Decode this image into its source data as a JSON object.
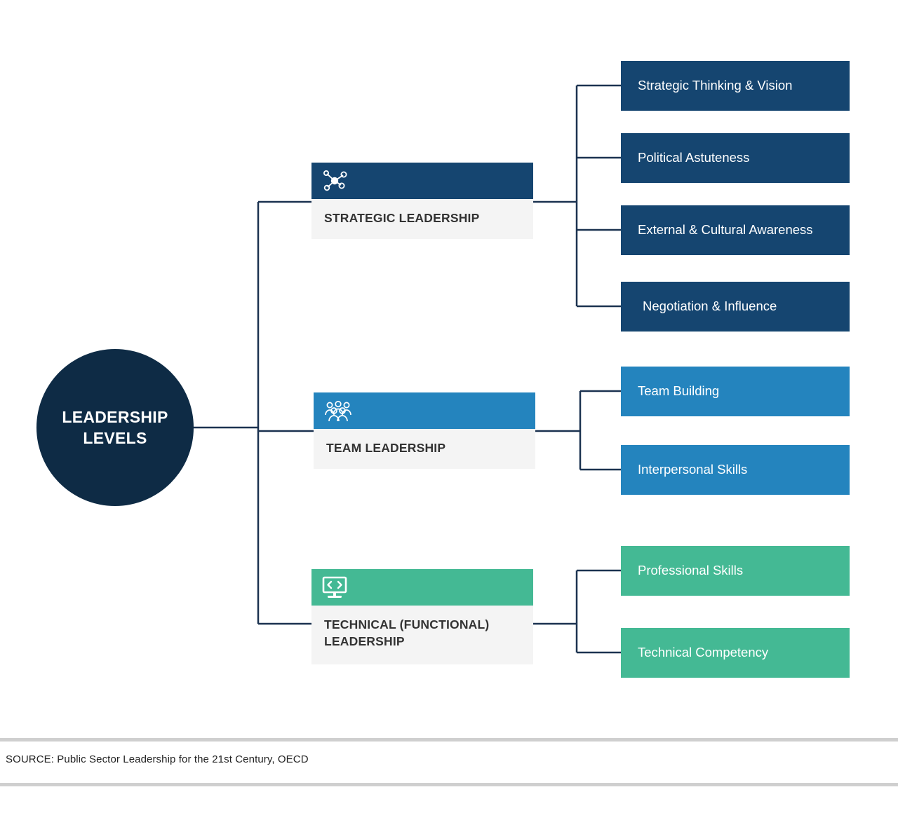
{
  "diagram": {
    "root": {
      "label": "LEADERSHIP\nLEVELS",
      "color": "#0E2B45"
    },
    "categories": [
      {
        "id": "strategic",
        "label": "STRATEGIC LEADERSHIP",
        "color": "#154570",
        "icon": "network-nodes-icon",
        "leaves": [
          {
            "label": "Strategic Thinking & Vision"
          },
          {
            "label": "Political Astuteness"
          },
          {
            "label": "External & Cultural Awareness"
          },
          {
            "label": "Negotiation & Influence"
          }
        ]
      },
      {
        "id": "team",
        "label": "TEAM LEADERSHIP",
        "color": "#2484BE",
        "icon": "people-group-icon",
        "leaves": [
          {
            "label": "Team Building"
          },
          {
            "label": "Interpersonal Skills"
          }
        ]
      },
      {
        "id": "technical",
        "label": "TECHNICAL (FUNCTIONAL)\nLEADERSHIP",
        "color": "#44B994",
        "icon": "monitor-code-icon",
        "leaves": [
          {
            "label": "Professional Skills"
          },
          {
            "label": "Technical Competency"
          }
        ]
      }
    ],
    "connector_color": "#1B3250",
    "panel_color": "#F4F4F4"
  },
  "footer": {
    "source": "SOURCE: Public Sector Leadership for the 21st Century, OECD",
    "rule_color": "#CFCFCF"
  }
}
